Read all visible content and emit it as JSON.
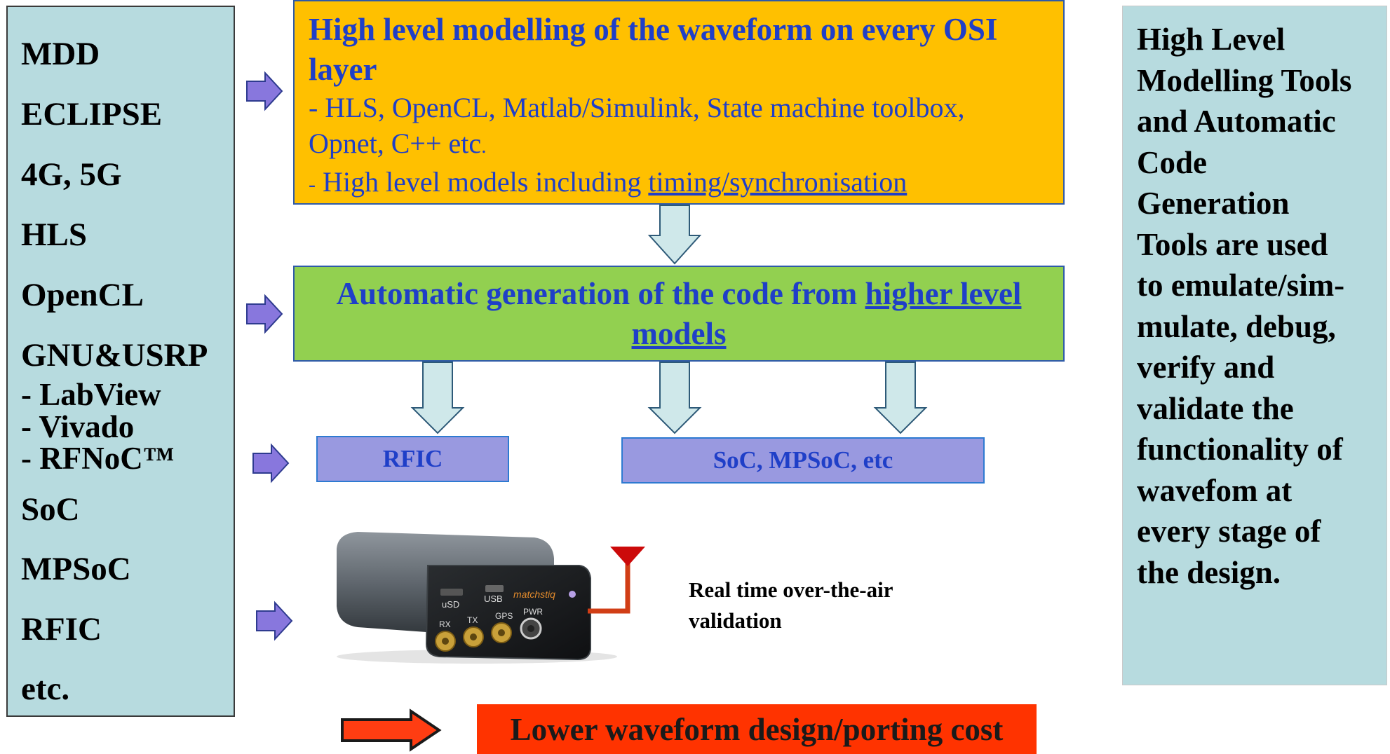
{
  "left_panel": {
    "items": [
      "MDD",
      "ECLIPSE",
      "4G, 5G",
      "HLS",
      "OpenCL",
      "GNU&USRP"
    ],
    "sub_items": [
      "-  LabView",
      "-  Vivado",
      "-  RFNoC™"
    ],
    "items_after": [
      "SoC",
      "MPSoC",
      "RFIC",
      "etc."
    ]
  },
  "high_level_box": {
    "title": "High level modelling of the waveform on every OSI layer",
    "bullet1": "- HLS, OpenCL, Matlab/Simulink, State machine toolbox,",
    "bullet1b_main": "Opnet, C++ etc",
    "bullet1b_end": ".",
    "bullet2_prefix": "-",
    "bullet2_text": " High level models including ",
    "bullet2_link": "timing/synchronisation"
  },
  "auto_box": {
    "text": "Automatic generation of the code from ",
    "link": "higher level models"
  },
  "rfic_box": {
    "label": "RFIC"
  },
  "soc_box": {
    "label": "SoC, MPSoC, etc"
  },
  "device": {
    "brand": "matchstiq",
    "port_labels": [
      "uSD",
      "USB",
      "RX",
      "TX",
      "GPS",
      "PWR"
    ]
  },
  "ota_text": {
    "line1": "Real time over-the-air",
    "line2": "validation"
  },
  "cost_box": {
    "label": "Lower waveform design/porting cost"
  },
  "right_panel": {
    "lines": [
      "High Level",
      "Modelling Tools",
      "and Automatic",
      "Code",
      "Generation",
      "Tools are used",
      "to emulate/sim-",
      "mulate, debug,",
      "verify and",
      "validate the",
      "functionality of",
      "wavefom at",
      "every stage of",
      "the design."
    ]
  },
  "colors": {
    "panel": "#b7dbdf",
    "orange_box": "#ffc000",
    "green_box": "#92d050",
    "purple_box": "#9999e0",
    "text_blue": "#1f3fc8",
    "cost_red": "#ff3300",
    "arrow_purple": "#8877dd",
    "arrow_teal": "#cfe8ea"
  }
}
